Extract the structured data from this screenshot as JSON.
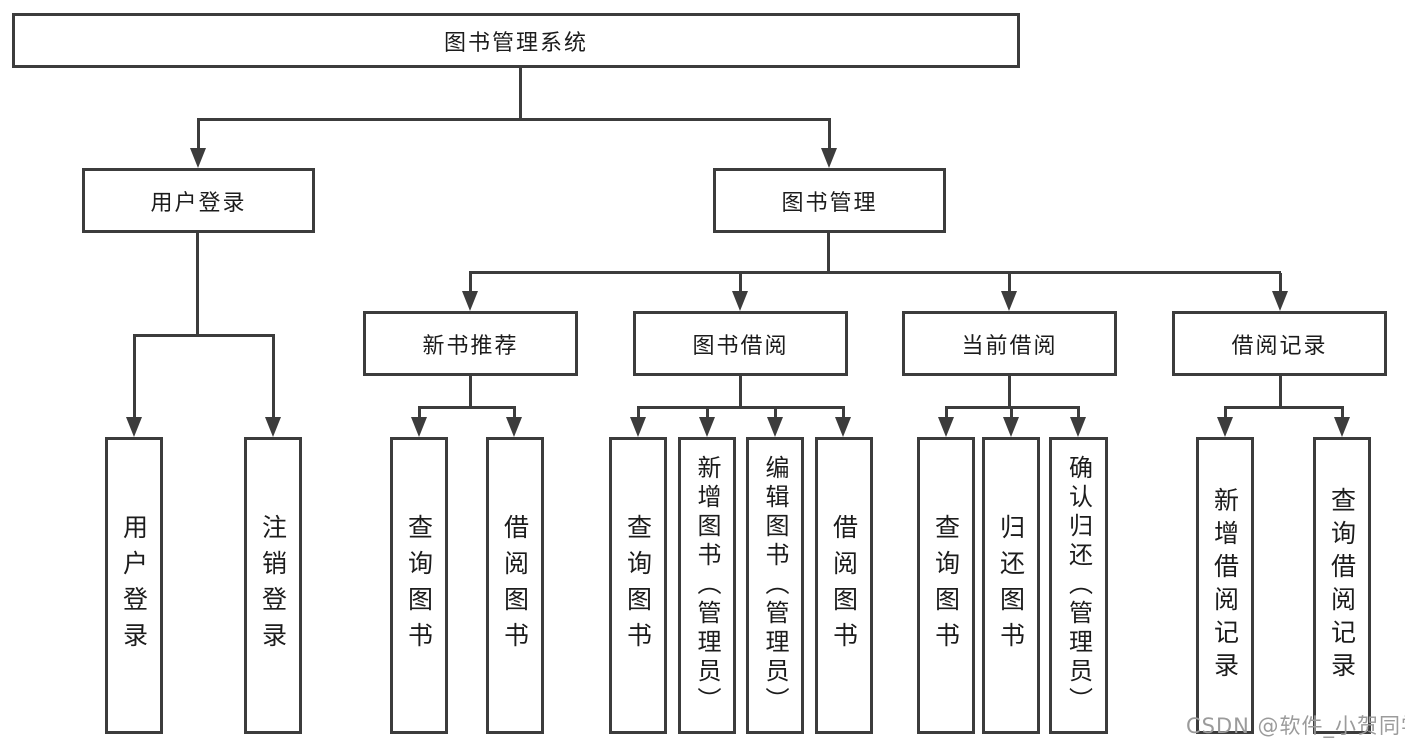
{
  "diagram": {
    "root": {
      "label": "图书管理系统"
    },
    "branches": [
      {
        "label": "用户登录",
        "children": [
          {
            "label": "用户登录"
          },
          {
            "label": "注销登录"
          }
        ]
      },
      {
        "label": "图书管理",
        "children": [
          {
            "label": "新书推荐",
            "children": [
              {
                "label": "查询图书"
              },
              {
                "label": "借阅图书"
              }
            ]
          },
          {
            "label": "图书借阅",
            "children": [
              {
                "label": "查询图书"
              },
              {
                "label": "新增图书（管理员）"
              },
              {
                "label": "编辑图书（管理员）"
              },
              {
                "label": "借阅图书"
              }
            ]
          },
          {
            "label": "当前借阅",
            "children": [
              {
                "label": "查询图书"
              },
              {
                "label": "归还图书"
              },
              {
                "label": "确认归还（管理员）"
              }
            ]
          },
          {
            "label": "借阅记录",
            "children": [
              {
                "label": "新增借阅记录"
              },
              {
                "label": "查询借阅记录"
              }
            ]
          }
        ]
      }
    ]
  },
  "watermark": {
    "text": "CSDN @软件_小贺同学"
  },
  "colors": {
    "line": "#3c3c3c",
    "text": "#1c1c1c",
    "watermark": "#9b9b9b",
    "background": "#ffffff"
  }
}
